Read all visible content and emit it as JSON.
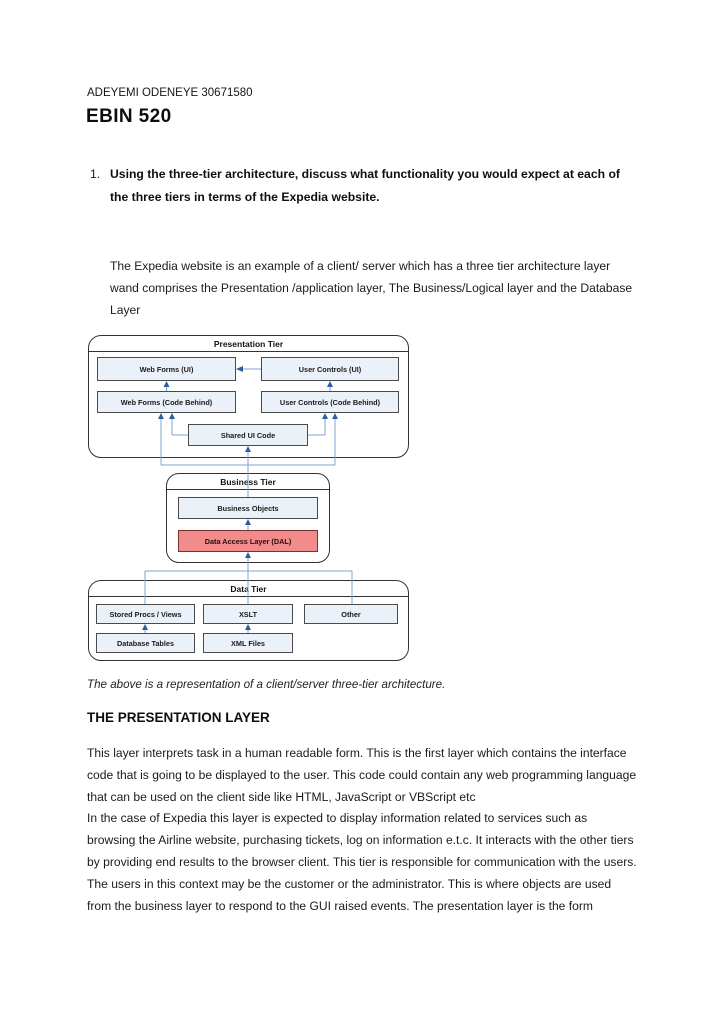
{
  "page": {
    "student": "ADEYEMI ODENEYE  30671580",
    "course": "EBIN 520",
    "question_number": "1.",
    "question": "Using the three-tier architecture, discuss what functionality you would expect at each of the three tiers in terms of the Expedia website.",
    "intro": "The Expedia website is an example of a client/ server which has a three tier architecture layer wand comprises the Presentation /application layer, The Business/Logical layer and the Database Layer",
    "caption": "The  above is a representation of a client/server three-tier architecture.",
    "section_heading": "THE PRESENTATION LAYER",
    "body_p1": "This layer interprets task in a human readable form. This is the first layer which contains the interface code that is going to be displayed to the user. This code could contain any web programming language that can be used on the client side like HTML, JavaScript or VBScript etc",
    "body_p2": "In the case of Expedia this layer is expected to display information related to services such as browsing the Airline website, purchasing tickets, log on information e.t.c. It interacts with the other tiers by providing end results to the browser client. This tier is responsible for communication with the users. The users in this context may be the customer or the administrator. This is where objects are used from the business layer to respond to the GUI raised events. The presentation layer is the form"
  },
  "diagram": {
    "presentation": {
      "title": "Presentation Tier",
      "web_forms_ui": "Web Forms (UI)",
      "user_controls_ui": "User Controls (UI)",
      "web_forms_cb": "Web Forms (Code Behind)",
      "user_controls_cb": "User Controls (Code Behind)",
      "shared_ui": "Shared UI Code"
    },
    "business": {
      "title": "Business Tier",
      "business_objects": "Business Objects",
      "dal": "Data Access Layer (DAL)"
    },
    "data_tier": {
      "title": "Data Tier",
      "stored_procs": "Stored Procs / Views",
      "xslt": "XSLT",
      "other": "Other",
      "database_tables": "Database Tables",
      "xml_files": "XML Files"
    },
    "colors": {
      "box_fill": "#eaf1f8",
      "dal_fill": "#f28b8b",
      "dal_border": "#7b2f2f",
      "line": "#7da3cf",
      "arrow": "#2f5e9e",
      "box_border": "#4a4a4a",
      "tier_border": "#333333"
    }
  }
}
